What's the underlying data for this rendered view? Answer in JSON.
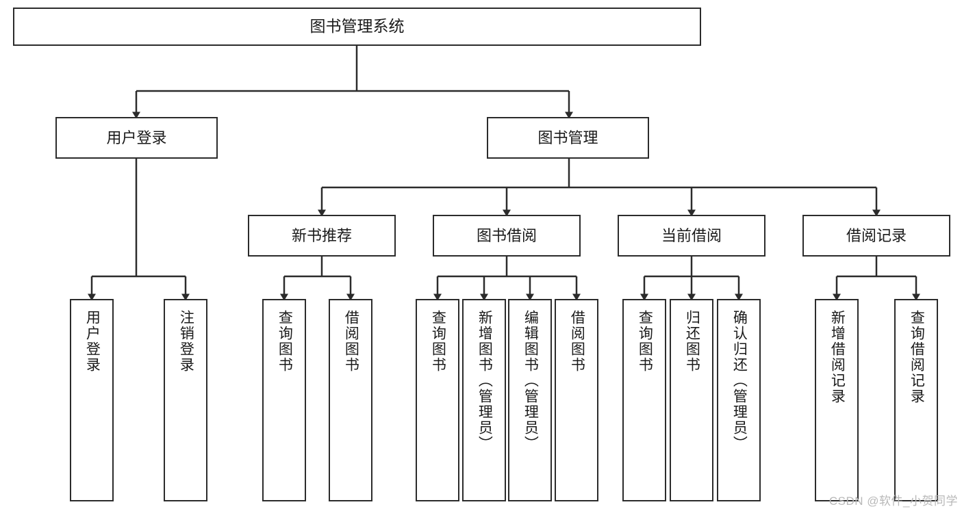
{
  "diagram": {
    "type": "tree-hierarchy",
    "title": "图书管理系统",
    "watermark": "CSDN @软件_小贺同学",
    "colors": {
      "box_border": "#2b2b2b",
      "box_fill": "#ffffff",
      "connector": "#2b2b2b",
      "text": "#1a1a1a",
      "watermark": "#b8b8b8"
    },
    "root": {
      "label": "图书管理系统",
      "orientation": "horizontal"
    },
    "level2": [
      {
        "label": "用户登录",
        "orientation": "horizontal"
      },
      {
        "label": "图书管理",
        "orientation": "horizontal"
      }
    ],
    "level3": [
      {
        "label": "新书推荐",
        "orientation": "horizontal"
      },
      {
        "label": "图书借阅",
        "orientation": "horizontal"
      },
      {
        "label": "当前借阅",
        "orientation": "horizontal"
      },
      {
        "label": "借阅记录",
        "orientation": "horizontal"
      }
    ],
    "leaves": {
      "user_login": [
        {
          "label": "用户登录",
          "orientation": "vertical"
        },
        {
          "label": "注销登录",
          "orientation": "vertical"
        }
      ],
      "new_book_recommend": [
        {
          "label": "查询图书",
          "orientation": "vertical"
        },
        {
          "label": "借阅图书",
          "orientation": "vertical"
        }
      ],
      "book_borrow": [
        {
          "label": "查询图书",
          "orientation": "vertical"
        },
        {
          "label": "新增图书（管理员）",
          "orientation": "vertical"
        },
        {
          "label": "编辑图书（管理员）",
          "orientation": "vertical"
        },
        {
          "label": "借阅图书",
          "orientation": "vertical"
        }
      ],
      "current_borrow": [
        {
          "label": "查询图书",
          "orientation": "vertical"
        },
        {
          "label": "归还图书",
          "orientation": "vertical"
        },
        {
          "label": "确认归还（管理员）",
          "orientation": "vertical"
        }
      ],
      "borrow_record": [
        {
          "label": "新增借阅记录",
          "orientation": "vertical"
        },
        {
          "label": "查询借阅记录",
          "orientation": "vertical"
        }
      ]
    }
  }
}
